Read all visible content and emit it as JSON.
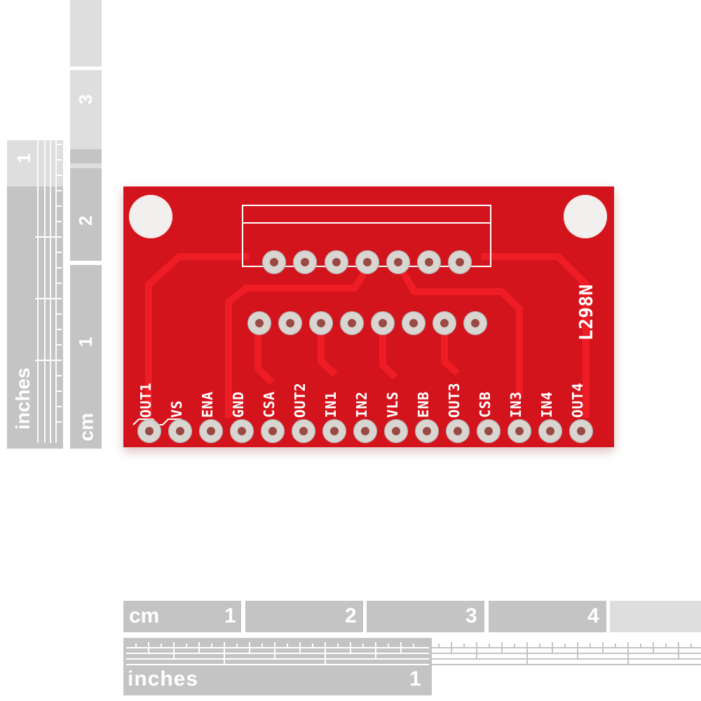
{
  "image": {
    "subject": "L298N motor driver breakout PCB with measurement rulers",
    "colors": {
      "pcb": "#d3141c",
      "trace": "#ee1c25",
      "silkscreen": "#ffffff",
      "pad": "#d9d6d2",
      "ruler": "#c4c4c4",
      "ruler_light": "#dedede",
      "background": "#ffffff"
    }
  },
  "pcb": {
    "chip_label": "L298N",
    "top_row_pins": 7,
    "middle_row_pins": 8,
    "header_pins": [
      "OUT1",
      "VS",
      "ENA",
      "GND",
      "CSA",
      "OUT2",
      "IN1",
      "IN2",
      "VLS",
      "ENB",
      "OUT3",
      "CSB",
      "IN3",
      "IN4",
      "OUT4"
    ]
  },
  "left_ruler": {
    "inches_label": "inches",
    "inches_ticks": [
      "1"
    ],
    "cm_label": "cm",
    "cm_ticks": [
      "1",
      "2",
      "3"
    ]
  },
  "bottom_ruler": {
    "cm_label": "cm",
    "cm_ticks": [
      "1",
      "2",
      "3",
      "4"
    ],
    "inches_label": "inches",
    "inches_ticks": [
      "1"
    ]
  }
}
